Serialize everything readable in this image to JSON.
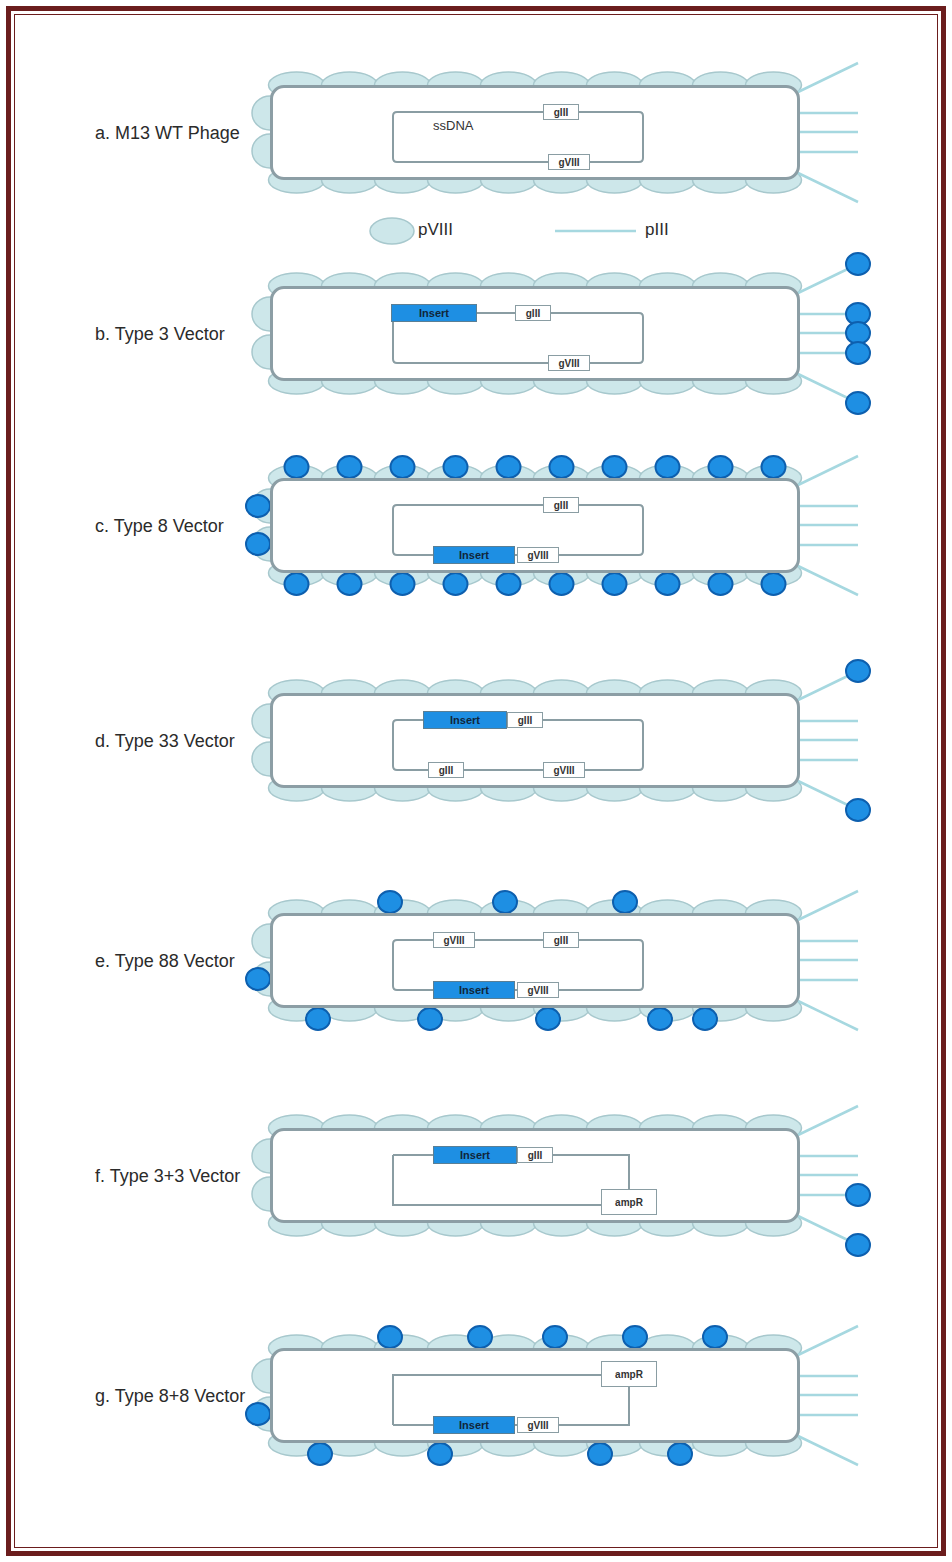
{
  "diagram": {
    "nodes": [
      {
        "text": [
          "a. M13 WT Phage",
          "ssDNA"
        ]
      },
      {
        "text": [
          "gIII"
        ],
        "in": 0
      },
      {
        "text": [
          "gVIII"
        ],
        "in": 0
      },
      {
        "text": [
          "b. Type 3 Vector"
        ]
      },
      {
        "text": [
          "Insert"
        ],
        "in": 3
      },
      {
        "text": [
          "gIII"
        ],
        "in": 3
      },
      {
        "text": [
          "gVIII"
        ],
        "in": 3
      },
      {
        "text": [
          "c. Type 8 Vector"
        ]
      },
      {
        "text": [
          "gIII"
        ],
        "in": 7
      },
      {
        "text": [
          "Insert"
        ],
        "in": 7
      },
      {
        "text": [
          "gVIII"
        ],
        "in": 7
      },
      {
        "text": [
          "d. Type 33 Vector"
        ]
      },
      {
        "text": [
          "Insert"
        ],
        "in": 11
      },
      {
        "text": [
          "gIII"
        ],
        "in": 11
      },
      {
        "text": [
          "gIII"
        ],
        "in": 11
      },
      {
        "text": [
          "gVIII"
        ],
        "in": 11
      },
      {
        "text": [
          "e. Type 88 Vector"
        ]
      },
      {
        "text": [
          "gVIII"
        ],
        "in": 16
      },
      {
        "text": [
          "gIII"
        ],
        "in": 16
      },
      {
        "text": [
          "Insert"
        ],
        "in": 16
      },
      {
        "text": [
          "gVIII"
        ],
        "in": 16
      },
      {
        "text": [
          "f. Type 3+3 Vector"
        ]
      },
      {
        "text": [
          "Insert"
        ],
        "in": 21
      },
      {
        "text": [
          "gIII"
        ],
        "in": 21
      },
      {
        "text": [
          "ampR"
        ],
        "in": 21
      },
      {
        "text": [
          "g. Type 8+8 Vector"
        ]
      },
      {
        "text": [
          "ampR"
        ],
        "in": 25
      },
      {
        "text": [
          "Insert"
        ],
        "in": 25
      },
      {
        "text": [
          "gVIII"
        ],
        "in": 25
      }
    ],
    "legend": [
      {
        "text": "pVIII"
      },
      {
        "text": "pIII"
      }
    ]
  }
}
